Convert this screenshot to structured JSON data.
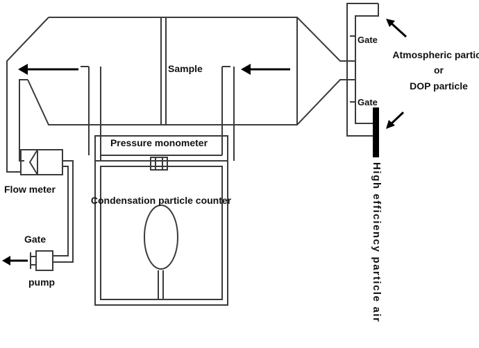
{
  "labels": {
    "sample": "Sample",
    "gate_top": "Gate",
    "gate_mid": "Gate",
    "atmospheric_line1": "Atmospheric particle",
    "atmospheric_line2": "or",
    "atmospheric_line3": "DOP particle",
    "pressure_monometer": "Pressure monometer",
    "condensation_counter": "Condensation particle counter",
    "flow_meter": "Flow meter",
    "gate_pump": "Gate",
    "pump": "pump",
    "hepa_filter": "High efficiency particle air"
  },
  "colors": {
    "line": "#3a3a3a",
    "filter_bar": "#000000",
    "text": "#111111"
  }
}
